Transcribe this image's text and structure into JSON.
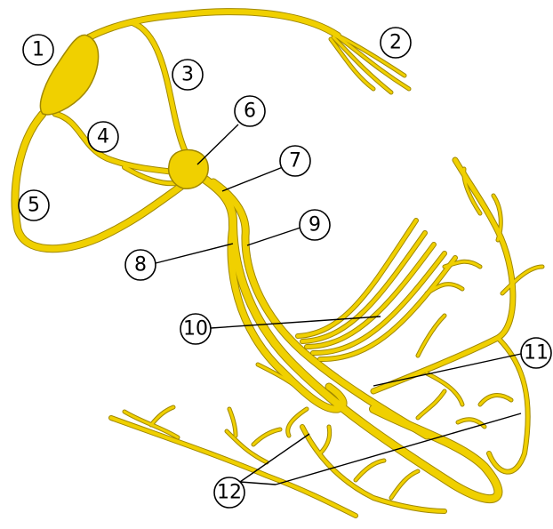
{
  "colors": {
    "nerve_fill": "#f0d000",
    "nerve_outline": "#a08800",
    "label_stroke": "#000000",
    "background": "#ffffff"
  },
  "labels": [
    "1",
    "2",
    "3",
    "4",
    "5",
    "6",
    "7",
    "8",
    "9",
    "10",
    "11",
    "12"
  ]
}
